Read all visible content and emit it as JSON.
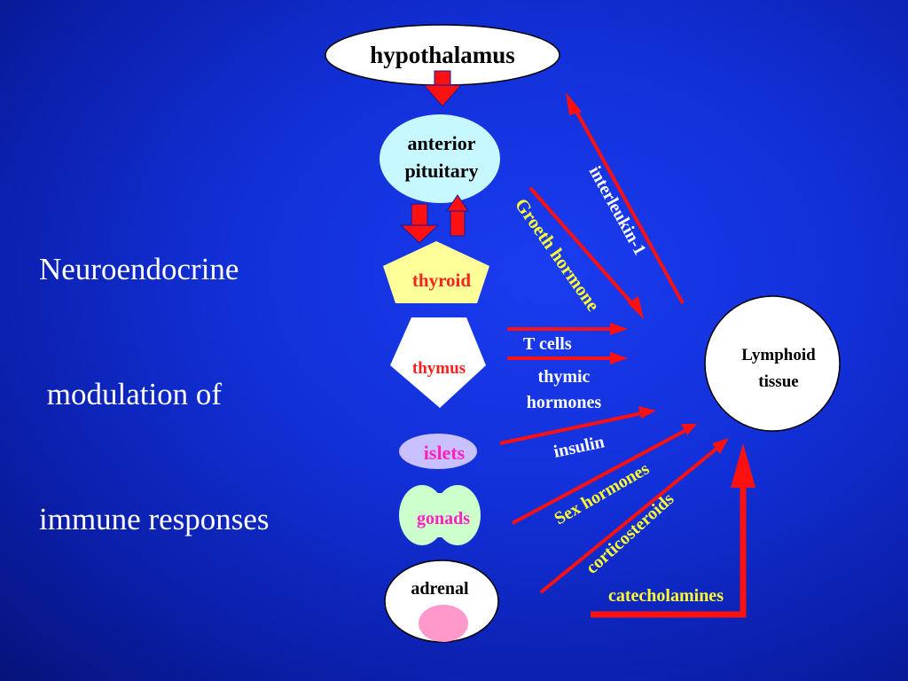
{
  "title": {
    "line1": "Neuroendocrine",
    "line2": " modulation of",
    "line3": "immune responses"
  },
  "nodes": {
    "hypothalamus": "hypothalamus",
    "pituitary_line1": "anterior",
    "pituitary_line2": "pituitary",
    "thyroid": "thyroid",
    "thymus": "thymus",
    "islets": "islets",
    "gonads": "gonads",
    "adrenal": "adrenal",
    "lymphoid_line1": "Lymphoid",
    "lymphoid_line2": "tissue"
  },
  "signals": {
    "interleukin": "interleukin-1",
    "growth_hormone": "Groeth hormone",
    "t_cells": "T cells",
    "thymic_line1": "thymic",
    "thymic_line2": "hormones",
    "insulin": "insulin",
    "sex_hormones": "Sex hormones",
    "corticosteroids": "corticosteroids",
    "catecholamines": "catecholamines"
  },
  "colors": {
    "arrow": "#ff1010",
    "white_label": "#ffffff",
    "yellow_label": "#ffff33",
    "thyroid_fill": "#ffff99",
    "thyroid_text": "#ff2020",
    "thymus_text": "#ff2020",
    "pituitary_fill": "#c8f8ff",
    "islets_fill": "#c8c0ff",
    "islets_text": "#ff20c0",
    "gonads_fill": "#ccffcc",
    "gonads_text": "#ff20c0",
    "adrenal_inner": "#ff99cc"
  }
}
